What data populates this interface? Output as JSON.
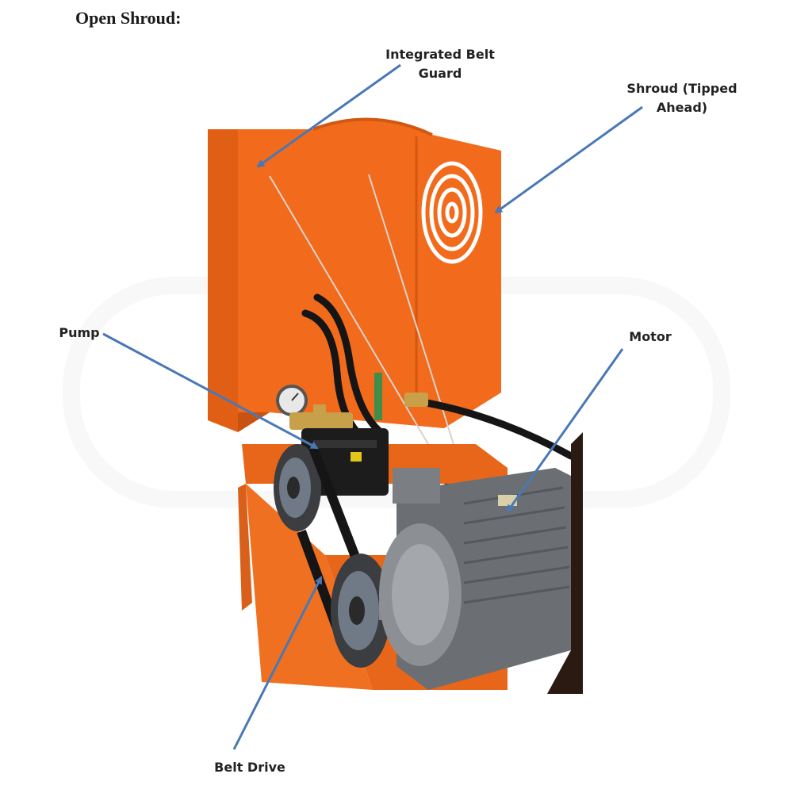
{
  "heading": "Open Shroud:",
  "labels": {
    "integrated_belt_guard": "Integrated Belt\nGuard",
    "shroud": "Shroud (Tipped\nAhead)",
    "pump": "Pump",
    "motor": "Motor",
    "belt_drive": "Belt Drive"
  },
  "colors": {
    "shroud_orange": "#f26a1b",
    "arrow_blue": "#4a78b5",
    "motor_gray": "#6b6e72",
    "pump_black": "#1c1c1c",
    "brass": "#c9a04a"
  }
}
